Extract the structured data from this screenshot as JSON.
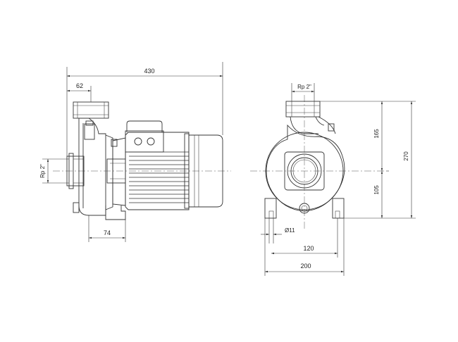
{
  "drawing": {
    "side_view": {
      "overall_length": "430",
      "inlet_offset": "62",
      "foot_width": "74",
      "inlet_thread": "Rp 2\""
    },
    "front_view": {
      "outlet_thread": "Rp 2\"",
      "upper_height": "165",
      "lower_height": "105",
      "total_height": "270",
      "hole_diameter": "Ø11",
      "hole_spacing": "120",
      "base_width": "200"
    }
  }
}
